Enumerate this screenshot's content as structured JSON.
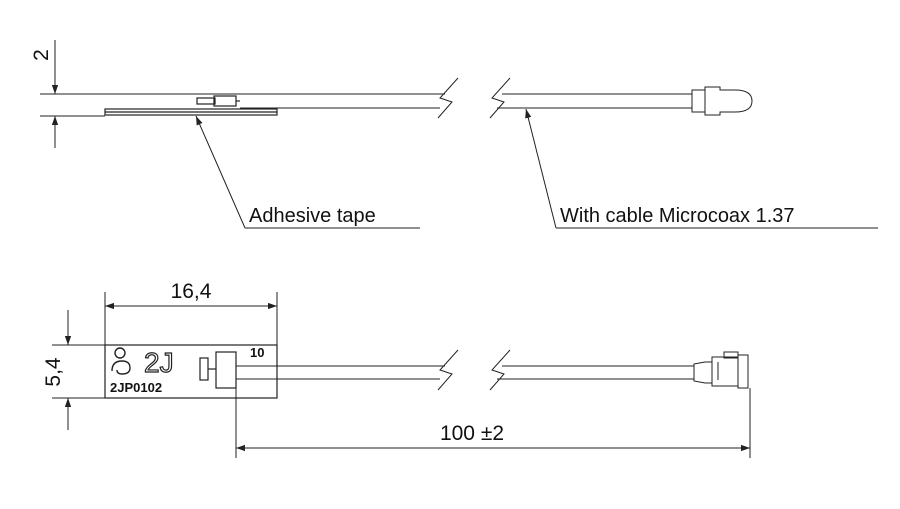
{
  "side_view": {
    "thickness_dim": "2",
    "callout_tape": "Adhesive tape",
    "callout_cable": "With cable Microcoax 1.37"
  },
  "top_view": {
    "width_dim": "16,4",
    "height_dim": "5,4",
    "cable_length_dim": "100 ±2",
    "part_number": "2JP0102",
    "logo": "2J",
    "marking": "10"
  }
}
